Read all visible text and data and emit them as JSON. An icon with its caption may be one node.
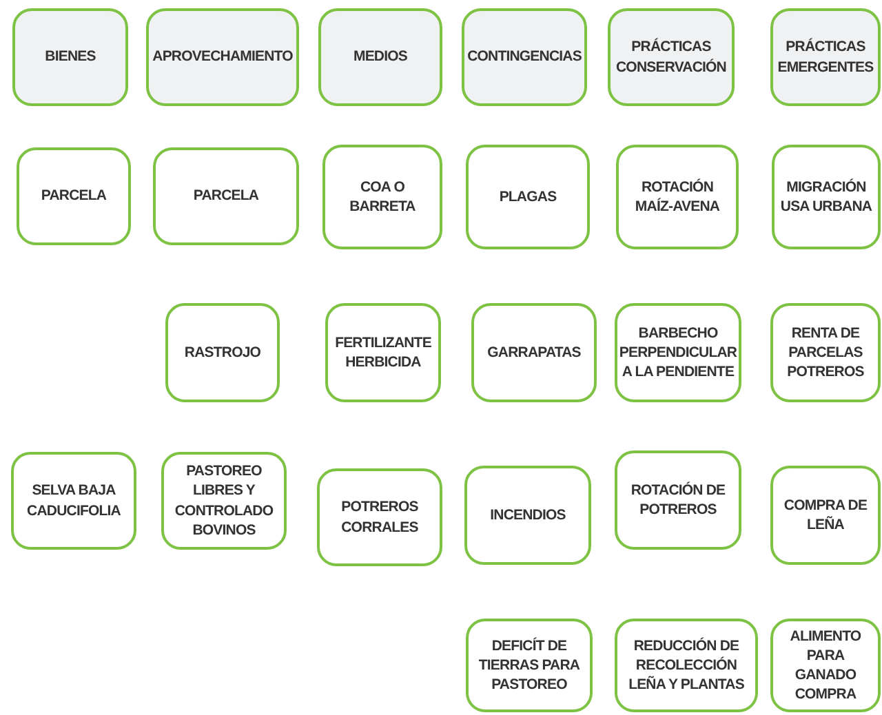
{
  "diagram": {
    "nodes": [
      {
        "text": [
          "BIENES"
        ]
      },
      {
        "text": [
          "APROVECHAMIENTO"
        ]
      },
      {
        "text": [
          "MEDIOS"
        ]
      },
      {
        "text": [
          "CONTINGENCIAS"
        ]
      },
      {
        "text": [
          "PRÁCTICAS CONSERVACIÓN"
        ]
      },
      {
        "text": [
          "PRÁCTICAS EMERGENTES"
        ]
      },
      {
        "text": [
          "PARCELA"
        ]
      },
      {
        "text": [
          "PARCELA"
        ]
      },
      {
        "text": [
          "COA O BARRETA"
        ]
      },
      {
        "text": [
          "PLAGAS"
        ]
      },
      {
        "text": [
          "ROTACIÓN MAÍZ-AVENA"
        ]
      },
      {
        "text": [
          "MIGRACIÓN USA URBANA"
        ]
      },
      {
        "text": [
          "RASTROJO"
        ]
      },
      {
        "text": [
          "FERTILIZANTE HERBICIDA"
        ]
      },
      {
        "text": [
          "GARRAPATAS"
        ]
      },
      {
        "text": [
          "BARBECHO PERPENDICULAR A LA PENDIENTE"
        ]
      },
      {
        "text": [
          "RENTA DE PARCELAS POTREROS"
        ]
      },
      {
        "text": [
          "SELVA BAJA CADUCIFOLIA"
        ]
      },
      {
        "text": [
          "PASTOREO LIBRES Y CONTROLADO BOVINOS"
        ]
      },
      {
        "text": [
          "POTREROS CORRALES"
        ]
      },
      {
        "text": [
          "INCENDIOS"
        ]
      },
      {
        "text": [
          "ROTACIÓN DE POTREROS"
        ]
      },
      {
        "text": [
          "COMPRA DE LEÑA"
        ]
      },
      {
        "text": [
          "DEFICÍT DE TIERRAS PARA PASTOREO"
        ]
      },
      {
        "text": [
          "REDUCCIÓN DE RECOLECCIÓN LEÑA Y PLANTAS"
        ]
      },
      {
        "text": [
          "ALIMENTO PARA GANADO COMPRA"
        ]
      }
    ],
    "edges": []
  }
}
